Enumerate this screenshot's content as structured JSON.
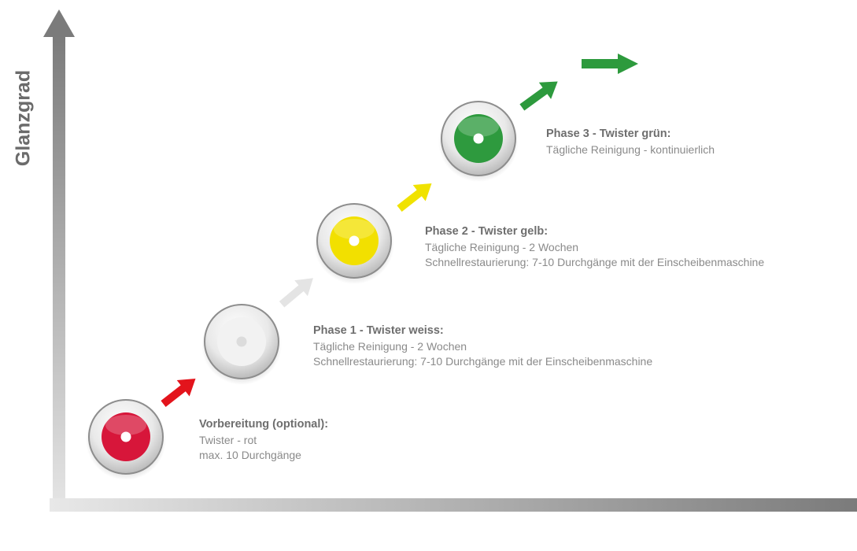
{
  "axis": {
    "y_label": "Glanzgrad",
    "x_label": ""
  },
  "stages": [
    {
      "id": "prep",
      "title": "Vorbereitung (optional):",
      "lines": [
        "Twister - rot",
        "max. 10 Durchgänge"
      ],
      "color": "#d7163a"
    },
    {
      "id": "phase1",
      "title": "Phase 1 - Twister weiss:",
      "lines": [
        "Tägliche Reinigung - 2 Wochen",
        "Schnellrestaurierung: 7-10 Durchgänge mit der Einscheibenmaschine"
      ],
      "color": "#f2f2f2"
    },
    {
      "id": "phase2",
      "title": "Phase 2 - Twister gelb:",
      "lines": [
        "Tägliche Reinigung - 2 Wochen",
        "Schnellrestaurierung: 7-10 Durchgänge mit der Einscheibenmaschine"
      ],
      "color": "#f2e000"
    },
    {
      "id": "phase3",
      "title": "Phase 3 - Twister grün:",
      "lines": [
        "Tägliche Reinigung - kontinuierlich"
      ],
      "color": "#2e9a3e"
    }
  ],
  "arrow_colors": [
    "#e3141c",
    "#e4e4e4",
    "#f0e200",
    "#2d9a3d",
    "#2d9a3d"
  ]
}
